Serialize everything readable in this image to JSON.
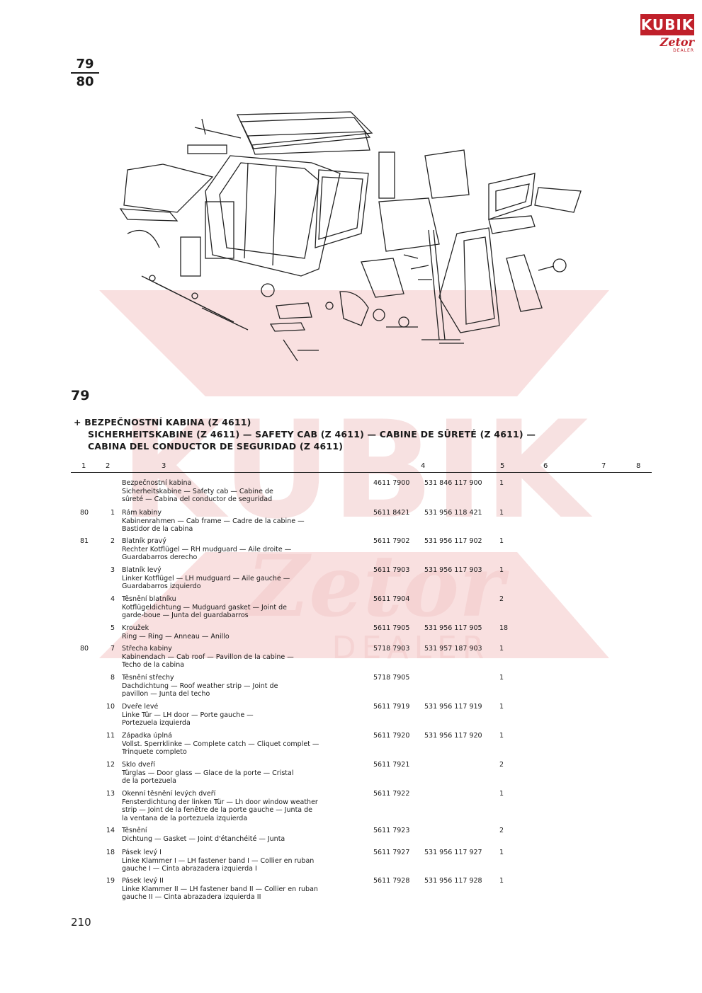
{
  "logo": {
    "kubik": "KUBIK",
    "zetor": "Zetor",
    "dealer": "DEALER"
  },
  "page_ref": {
    "numerator": "79",
    "denominator": "80"
  },
  "figure_number": "79",
  "title": {
    "line1": "+ BEZPEČNOSTNÍ KABINA (Z 4611)",
    "line2": "SICHERHEITSKABINE (Z 4611) — SAFETY CAB (Z 4611) — CABINE DE SÛRETÉ (Z 4611) —",
    "line3": "CABINA DEL CONDUCTOR DE SEGURIDAD (Z 4611)"
  },
  "columns": [
    "1",
    "2",
    "3",
    "4",
    "5",
    "6",
    "7",
    "8"
  ],
  "rows": [
    {
      "fig": "",
      "pos": "",
      "desc": [
        "Bezpečnostní kabina",
        "Sicherheitskabine — Safety cab — Cabine de",
        "sûreté — Cabina del conductor de seguridad"
      ],
      "part": "4611 7900",
      "alt": "531 846 117 900",
      "qty": "1"
    },
    {
      "fig": "80",
      "pos": "1",
      "desc": [
        "Rám kabiny",
        "Kabinenrahmen — Cab frame — Cadre de la cabine —",
        "Bastidor de la cabina"
      ],
      "part": "5611 8421",
      "alt": "531 956 118 421",
      "qty": "1"
    },
    {
      "fig": "81",
      "pos": "2",
      "desc": [
        "Blatník pravý",
        "Rechter Kotflügel — RH mudguard — Aile droite —",
        "Guardabarros derecho"
      ],
      "part": "5611 7902",
      "alt": "531 956 117 902",
      "qty": "1"
    },
    {
      "fig": "",
      "pos": "3",
      "desc": [
        "Blatník levý",
        "Linker Kotflügel — LH mudguard — Aile gauche —",
        "Guardabarros izquierdo"
      ],
      "part": "5611 7903",
      "alt": "531 956 117 903",
      "qty": "1"
    },
    {
      "fig": "",
      "pos": "4",
      "desc": [
        "Těsnění blatníku",
        "Kotflügeldichtung — Mudguard gasket — Joint de",
        "garde-boue — Junta del guardabarros"
      ],
      "part": "5611 7904",
      "alt": "",
      "qty": "2"
    },
    {
      "fig": "",
      "pos": "5",
      "desc": [
        "Kroužek",
        "Ring — Ring — Anneau — Anillo"
      ],
      "part": "5611 7905",
      "alt": "531 956 117 905",
      "qty": "18"
    },
    {
      "fig": "80",
      "pos": "7",
      "desc": [
        "Střecha kabiny",
        "Kabinendach — Cab roof — Pavillon de la cabine —",
        "Techo de la cabina"
      ],
      "part": "5718 7903",
      "alt": "531 957 187 903",
      "qty": "1"
    },
    {
      "fig": "",
      "pos": "8",
      "desc": [
        "Těsnění střechy",
        "Dachdichtung — Roof weather strip — Joint de",
        "pavillon — Junta del techo"
      ],
      "part": "5718 7905",
      "alt": "",
      "qty": "1"
    },
    {
      "fig": "",
      "pos": "10",
      "desc": [
        "Dveře levé",
        "Linke Tür — LH door — Porte gauche —",
        "Portezuela izquierda"
      ],
      "part": "5611 7919",
      "alt": "531 956 117 919",
      "qty": "1"
    },
    {
      "fig": "",
      "pos": "11",
      "desc": [
        "Západka úplná",
        "Vollst. Sperrklinke — Complete catch — Cliquet complet —",
        "Trinquete completo"
      ],
      "part": "5611 7920",
      "alt": "531 956 117 920",
      "qty": "1"
    },
    {
      "fig": "",
      "pos": "12",
      "desc": [
        "Sklo dveří",
        "Türglas — Door glass — Glace de la porte — Cristal",
        "de la portezuela"
      ],
      "part": "5611 7921",
      "alt": "",
      "qty": "2"
    },
    {
      "fig": "",
      "pos": "13",
      "desc": [
        "Okenní těsnění levých dveří",
        "Fensterdichtung der linken Tür — Lh door window weather",
        "strip — Joint de la fenêtre de la porte gauche — Junta de",
        "la ventana de la portezuela izquierda"
      ],
      "part": "5611 7922",
      "alt": "",
      "qty": "1"
    },
    {
      "fig": "",
      "pos": "14",
      "desc": [
        "Těsnění",
        "Dichtung — Gasket — Joint d'étanchéité — Junta"
      ],
      "part": "5611 7923",
      "alt": "",
      "qty": "2"
    },
    {
      "fig": "",
      "pos": "18",
      "desc": [
        "Pásek levý I",
        "Linke Klammer I — LH fastener band I — Collier en ruban",
        "gauche I — Cinta abrazadera izquierda I"
      ],
      "part": "5611 7927",
      "alt": "531 956 117 927",
      "qty": "1"
    },
    {
      "fig": "",
      "pos": "19",
      "desc": [
        "Pásek levý II",
        "Linke Klammer II — LH fastener band II — Collier en ruban",
        "gauche II — Cinta abrazadera izquierda II"
      ],
      "part": "5611 7928",
      "alt": "531 956 117 928",
      "qty": "1"
    }
  ],
  "page_number": "210",
  "watermark": {
    "kubik": "KUBIK",
    "zetor": "Zetor",
    "dealer": "DEALER",
    "color": "#f4c9c9"
  }
}
